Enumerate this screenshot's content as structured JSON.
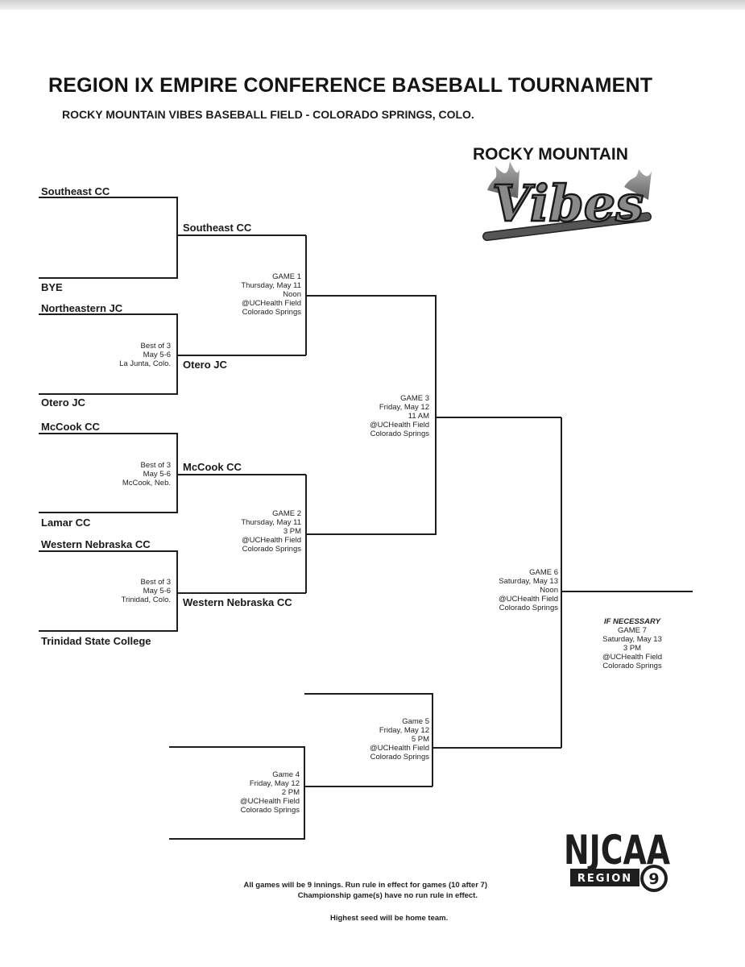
{
  "header": {
    "title": "REGION IX EMPIRE CONFERENCE BASEBALL TOURNAMENT",
    "subtitle": "ROCKY MOUNTAIN VIBES BASEBALL FIELD - COLORADO SPRINGS, COLO."
  },
  "logos": {
    "vibes_top": "ROCKY MOUNTAIN",
    "vibes_script": "Vibes",
    "njcaa_name": "NJCAA",
    "njcaa_region": "REGION",
    "njcaa_number": "9"
  },
  "teams": {
    "r1_1": "Southeast CC",
    "r1_2": "BYE",
    "r1_3": "Northeastern JC",
    "r1_4": "Otero JC",
    "r1_5": "McCook CC",
    "r1_6": "Lamar CC",
    "r1_7": "Western Nebraska CC",
    "r1_8": "Trinidad State College",
    "r2_1": "Southeast CC",
    "r2_2": "Otero JC",
    "r2_3": "McCook CC",
    "r2_4": "Western Nebraska CC"
  },
  "series": {
    "a": {
      "l1": "Best of 3",
      "l2": "May 5-6",
      "l3": "La Junta, Colo."
    },
    "b": {
      "l1": "Best of 3",
      "l2": "May 5-6",
      "l3": "McCook, Neb."
    },
    "c": {
      "l1": "Best of 3",
      "l2": "May 5-6",
      "l3": "Trinidad, Colo."
    }
  },
  "games": {
    "g1": {
      "name": "GAME 1",
      "date": "Thursday, May 11",
      "time": "Noon",
      "venue": "@UCHealth Field",
      "city": "Colorado Springs"
    },
    "g2": {
      "name": "GAME 2",
      "date": "Thursday, May 11",
      "time": "3 PM",
      "venue": "@UCHealth Field",
      "city": "Colorado Springs"
    },
    "g3": {
      "name": "GAME 3",
      "date": "Friday, May 12",
      "time": "11 AM",
      "venue": "@UCHealth Field",
      "city": "Colorado Springs"
    },
    "g4": {
      "name": "Game 4",
      "date": "Friday, May 12",
      "time": "2 PM",
      "venue": "@UCHealth Field",
      "city": "Colorado Springs"
    },
    "g5": {
      "name": "Game 5",
      "date": "Friday, May 12",
      "time": "5 PM",
      "venue": "@UCHealth Field",
      "city": "Colorado Springs"
    },
    "g6": {
      "name": "GAME 6",
      "date": "Saturday, May 13",
      "time": "Noon",
      "venue": "@UCHealth Field",
      "city": "Colorado Springs"
    },
    "g7": {
      "flag": "IF NECESSARY",
      "name": "GAME 7",
      "date": "Saturday, May 13",
      "time": "3 PM",
      "venue": "@UCHealth Field",
      "city": "Colorado Springs"
    }
  },
  "notes": {
    "line1": "All games will be 9 innings. Run rule in effect for games (10 after 7)",
    "line2": "Championship game(s) have no run rule in effect.",
    "line3": "Highest seed will be home team."
  }
}
